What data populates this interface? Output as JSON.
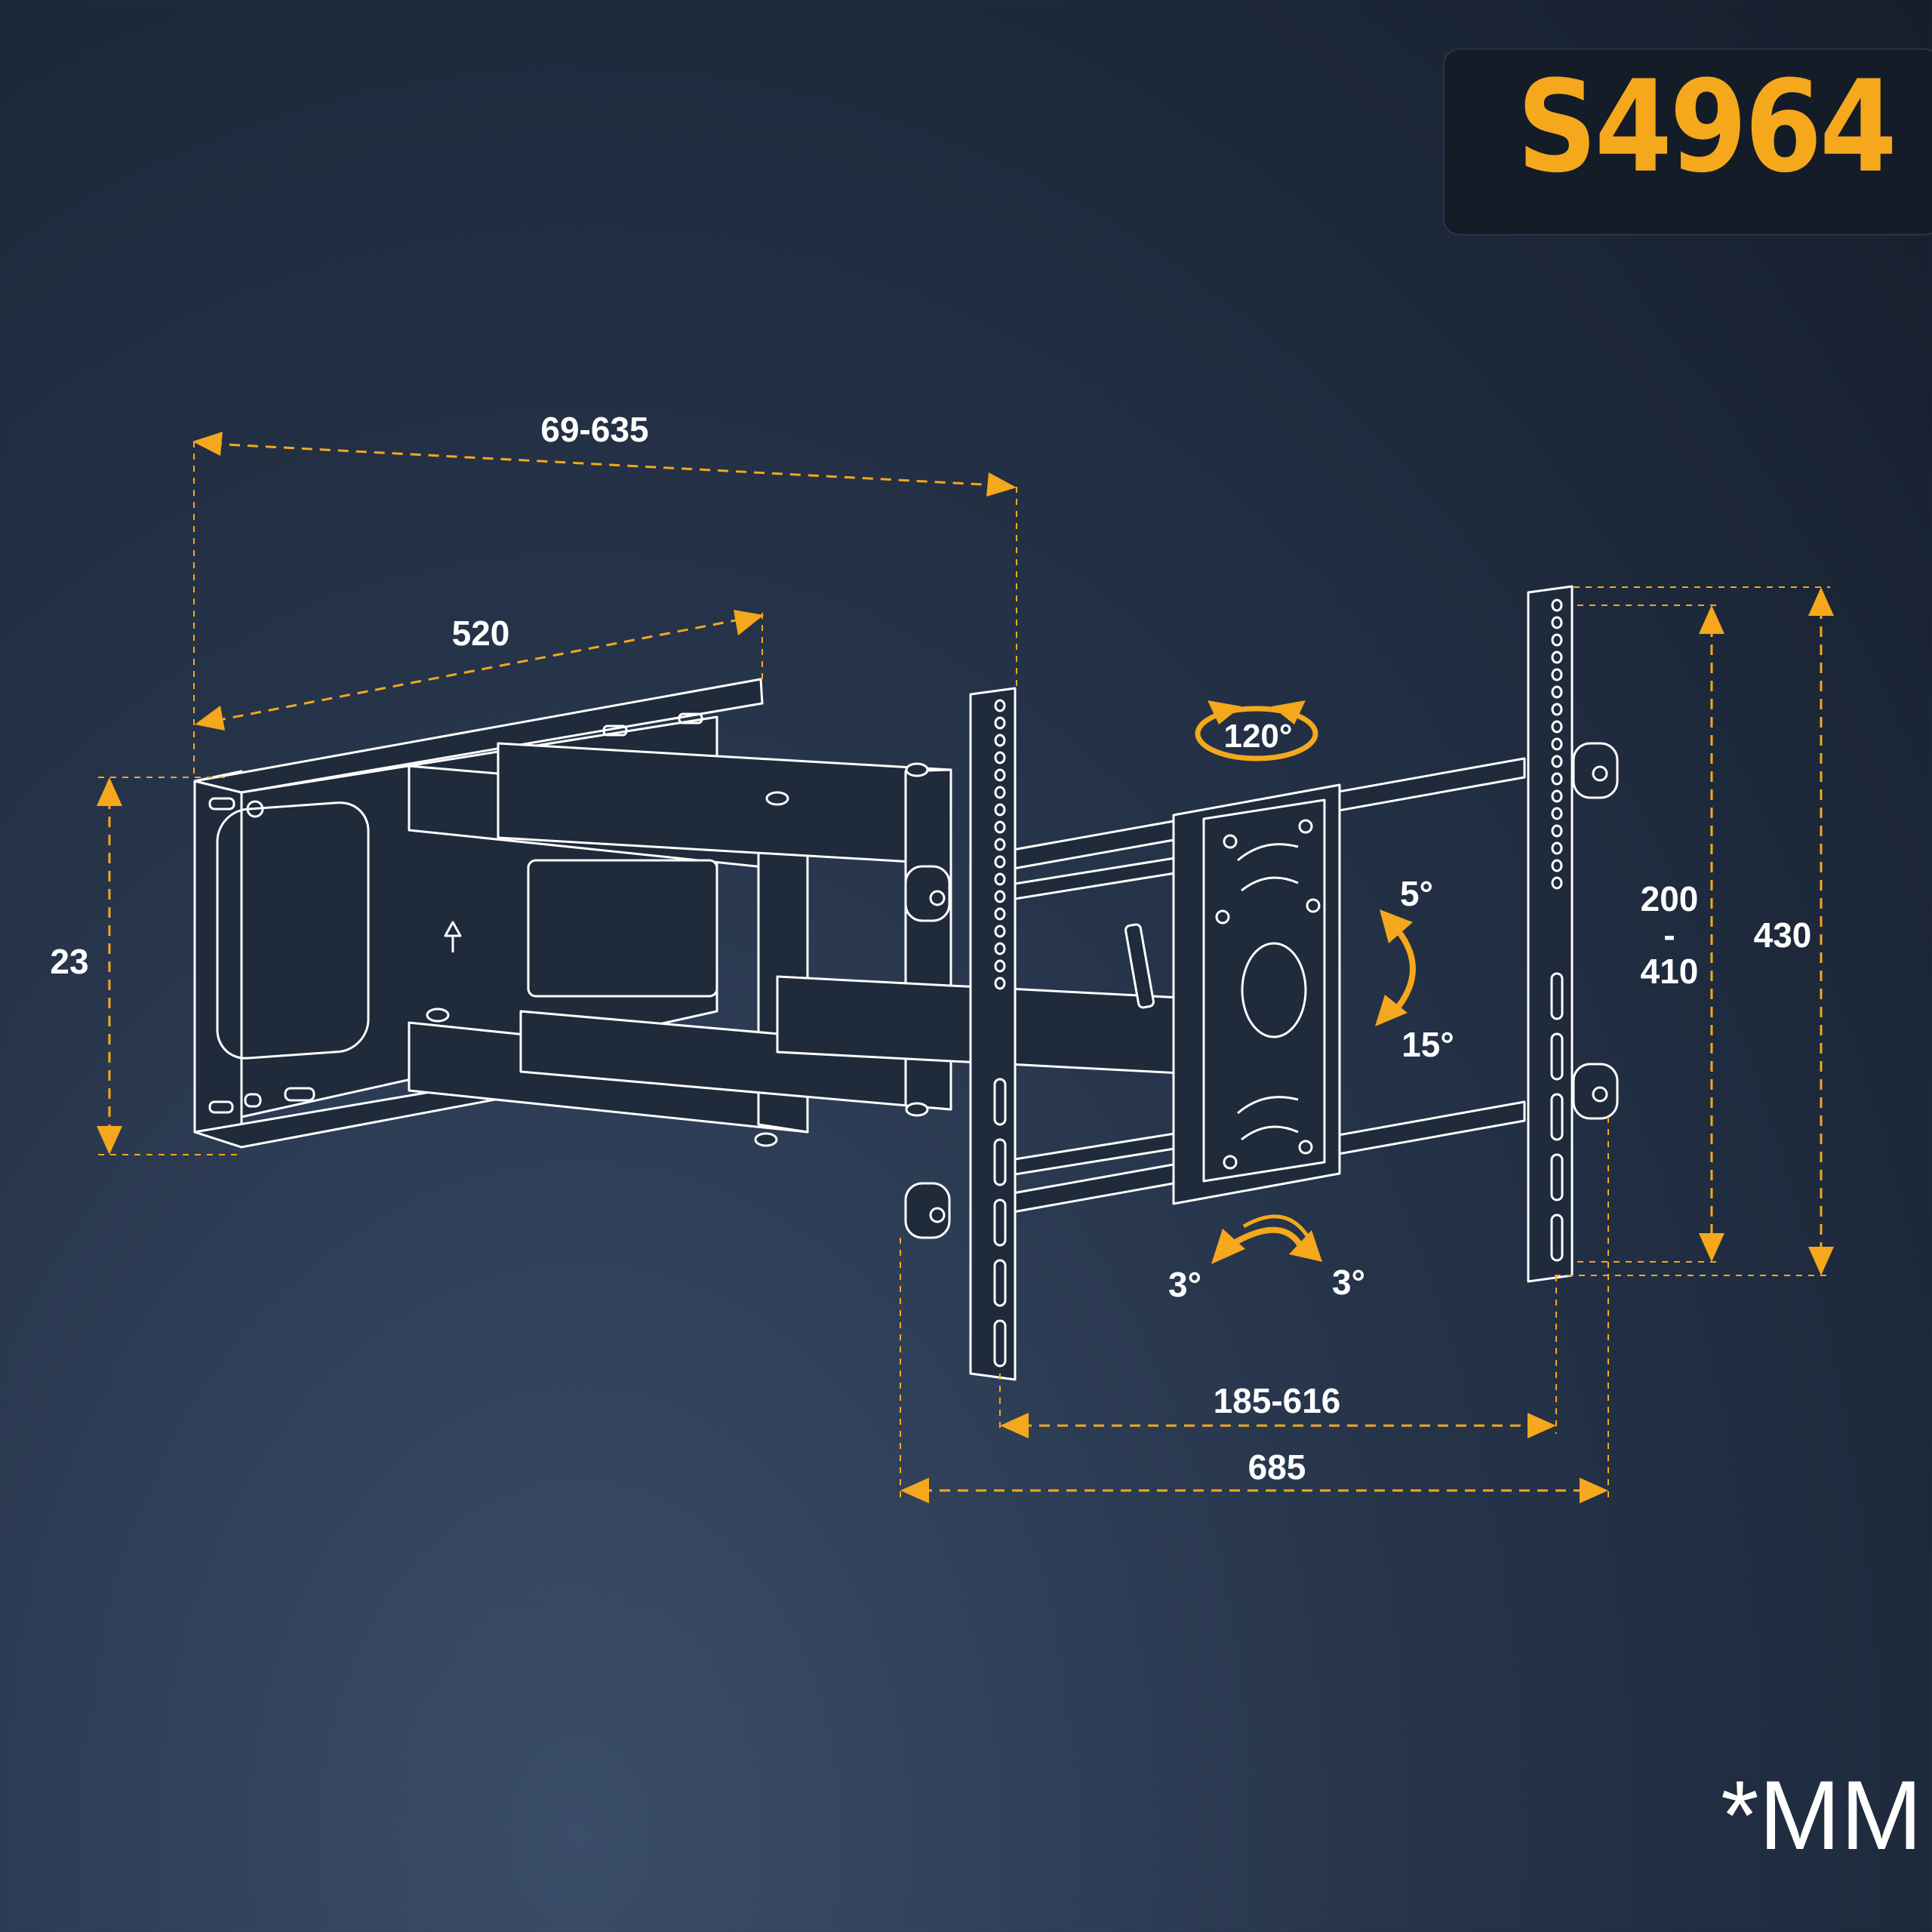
{
  "model": "S4964",
  "unit_note": "*MM",
  "dimensions": {
    "top_span": "69-635",
    "arm_length": "520",
    "wall_plate_height": "23",
    "vesa_vertical_top": "200",
    "vesa_vertical_dash": "-",
    "vesa_vertical_bottom": "410",
    "total_height": "430",
    "vesa_horizontal": "185-616",
    "total_width": "685"
  },
  "angles": {
    "swivel": "120°",
    "tilt_up": "5°",
    "tilt_down": "15°",
    "level_left": "3°",
    "level_right": "3°"
  },
  "colors": {
    "accent": "#f5a81c",
    "lines": "#ffffff",
    "background": "#1e2a3c"
  }
}
